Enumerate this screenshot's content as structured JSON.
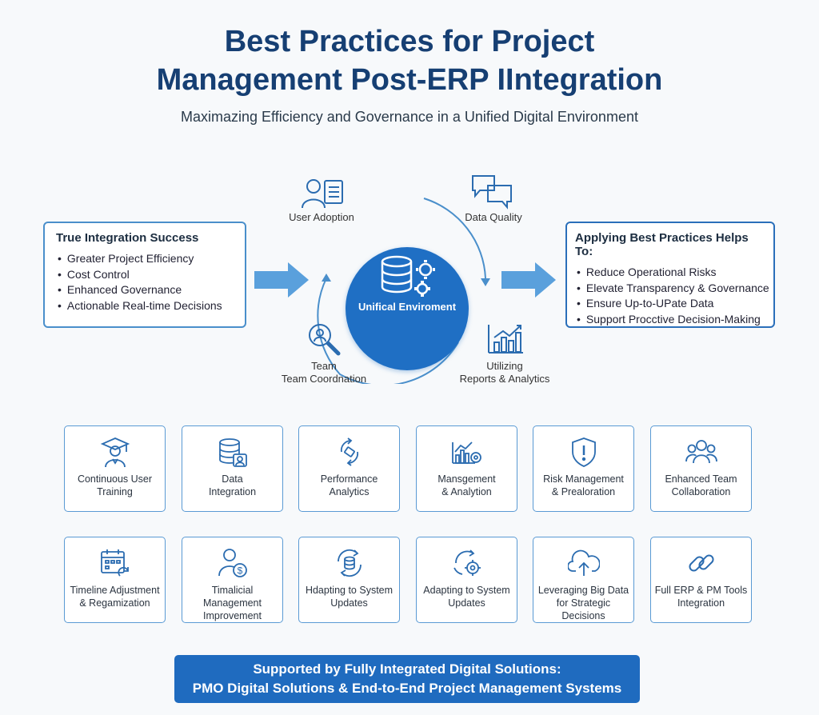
{
  "header": {
    "title_line1": "Best Practices for Project",
    "title_line2": "Management Post-ERP IIntegration",
    "subtitle": "Maximazing Efficiency and Governance in a Unified Digital Environment"
  },
  "left_panel": {
    "title": "True Integration Success",
    "items": [
      "Greater Project Efficiency",
      "Cost Control",
      "Enhanced Governance",
      "Actionable Real-time Decisions"
    ]
  },
  "right_panel": {
    "title": "Applying Best Practices Helps To:",
    "items": [
      "Reduce Operational Risks",
      "Elevate Transparency & Governance",
      "Ensure Up-to-UPate Data",
      "Support Procctive Decision-Making"
    ]
  },
  "center": {
    "label": "Unifical Enviroment",
    "user_adoption": "User Adoption",
    "data_quality": "Data Quality",
    "team_line1": "Team",
    "team_line2": "Team Coordnation",
    "utilizing_line1": "Utilizing",
    "utilizing_line2": "Reports & Analytics"
  },
  "cards": [
    {
      "line1": "Continuous User",
      "line2": "Training",
      "icon": "graduate-icon"
    },
    {
      "line1": "Data",
      "line2": "Integration",
      "icon": "database-user-icon"
    },
    {
      "line1": "Performance",
      "line2": "Analytics",
      "icon": "refresh-analytics-icon"
    },
    {
      "line1": "Mansgement",
      "line2": "& Analytion",
      "icon": "chart-gear-icon"
    },
    {
      "line1": "Risk Management",
      "line2": "& Prealoration",
      "icon": "shield-alert-icon"
    },
    {
      "line1": "Enhanced Team",
      "line2": "Collaboration",
      "icon": "team-icon"
    },
    {
      "line1": "Timeline Adjustment",
      "line2": "& Regamization",
      "icon": "calendar-refresh-icon"
    },
    {
      "line1": "Timalicial Management",
      "line2": "Improvement",
      "icon": "person-dollar-icon"
    },
    {
      "line1": "Hdapting to System",
      "line2": "Updates",
      "icon": "sync-database-icon"
    },
    {
      "line1": "Adapting to System",
      "line2": "Updates",
      "icon": "sync-gear-icon"
    },
    {
      "line1": "Leveraging Big Data",
      "line2": "for Strategic Decisions",
      "icon": "cloud-upload-icon"
    },
    {
      "line1": "Full ERP & PM Tools",
      "line2": "Integration",
      "icon": "chain-link-icon"
    }
  ],
  "footer": {
    "line1": "Supported by Fully Integrated Digital Solutions:",
    "line2": "PMO Digital Solutions & End-to-End Project Management Systems"
  },
  "colors": {
    "title": "#163f73",
    "accent": "#1f6fc4",
    "arrow": "#5aa0dc",
    "icon_stroke": "#2b6cb0"
  }
}
